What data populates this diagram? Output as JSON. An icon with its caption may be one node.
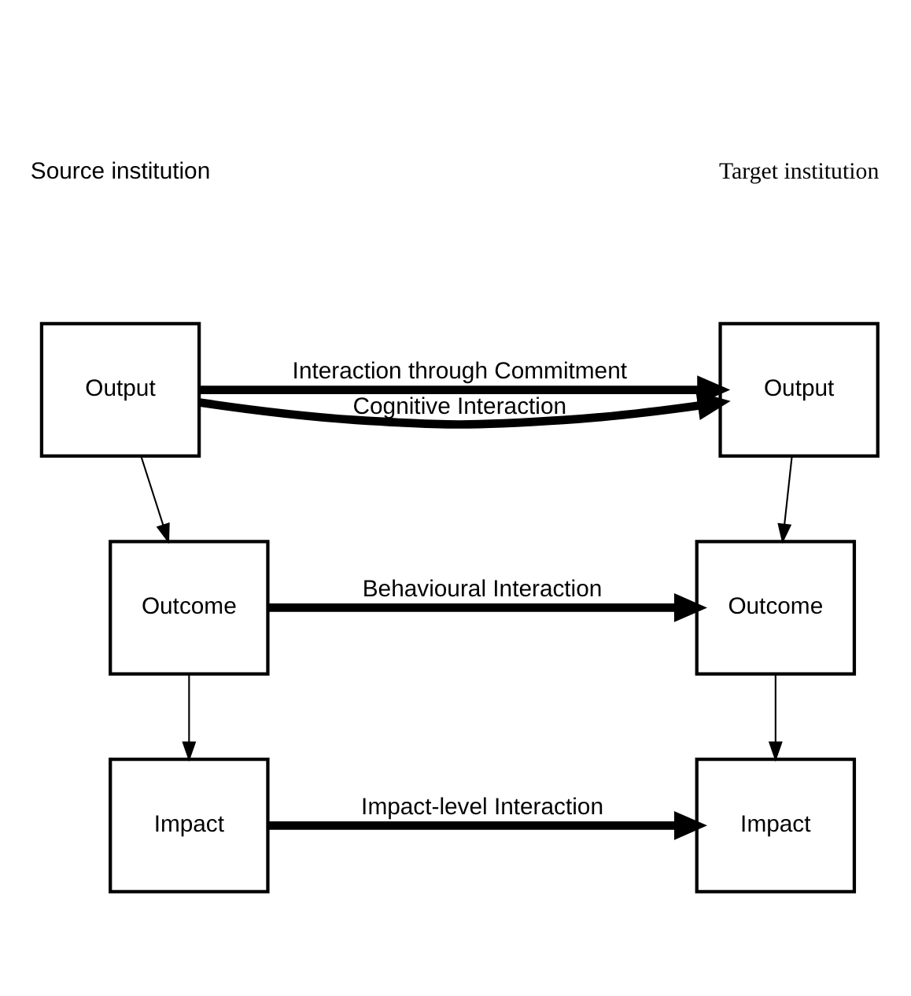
{
  "diagram": {
    "nodes": [
      {
        "text": [
          "Output"
        ]
      },
      {
        "text": [
          "Outcome"
        ]
      },
      {
        "text": [
          "Impact"
        ]
      },
      {
        "text": [
          "Output"
        ]
      },
      {
        "text": [
          "Outcome"
        ]
      },
      {
        "text": [
          "Impact"
        ]
      }
    ],
    "edges": [
      {
        "from": 0,
        "to": 3,
        "arrow": "to",
        "label": "Cognitive Interaction",
        "style": "thick"
      },
      {
        "from": 0,
        "to": 3,
        "arrow": "to",
        "label": "Interaction through Commitment",
        "style": "thick"
      },
      {
        "from": 0,
        "to": 1,
        "arrow": "to"
      },
      {
        "from": 3,
        "to": 4,
        "arrow": "to"
      },
      {
        "from": 1,
        "to": 4,
        "arrow": "to",
        "label": "Behavioural Interaction",
        "style": "thick"
      },
      {
        "from": 1,
        "to": 2,
        "arrow": "to"
      },
      {
        "from": 4,
        "to": 5,
        "arrow": "to"
      },
      {
        "from": 2,
        "to": 5,
        "arrow": "to",
        "label": "Impact-level Interaction",
        "style": "thick"
      }
    ],
    "labels": [
      "Source institution",
      "Target institution"
    ]
  }
}
